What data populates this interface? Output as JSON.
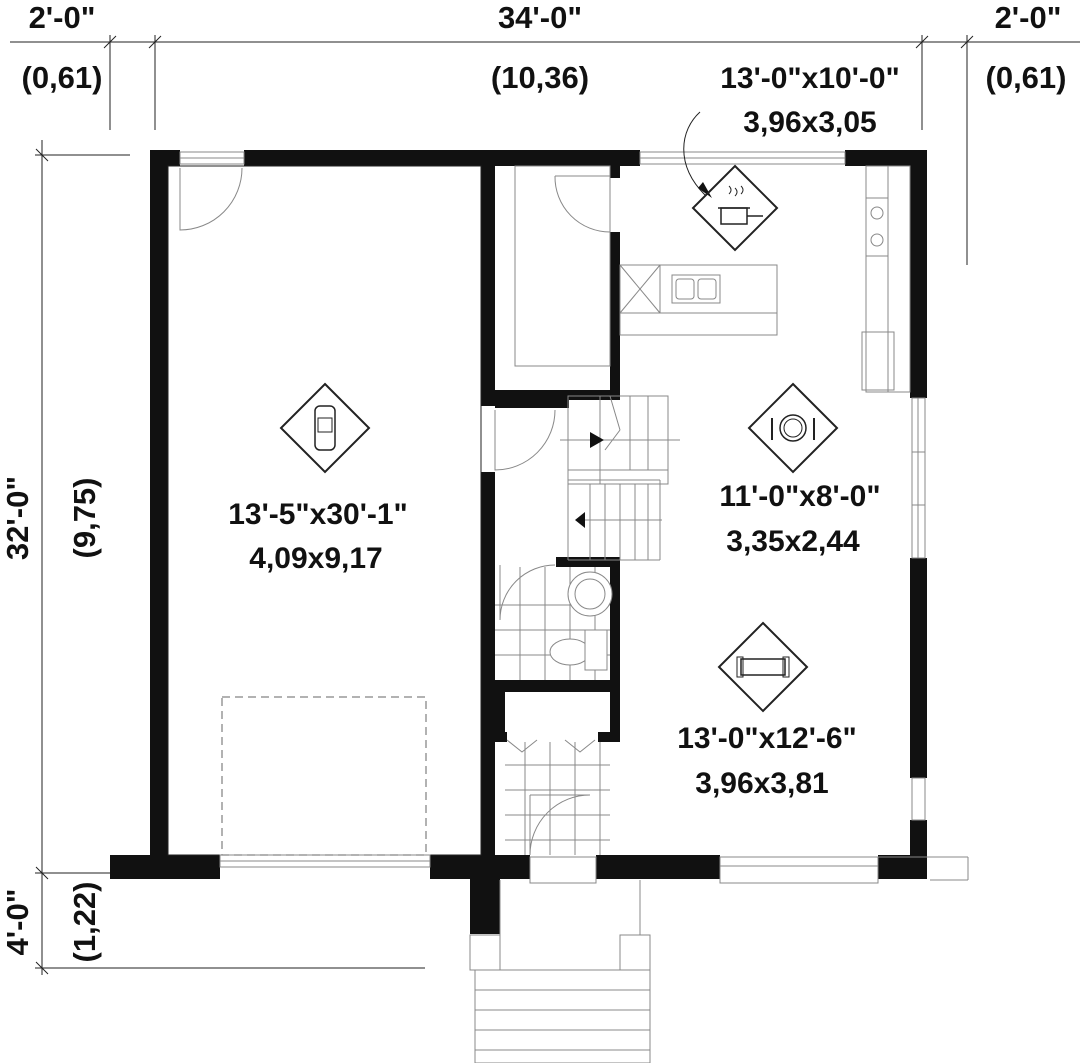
{
  "dimensions": {
    "top_left_ft": "2'-0\"",
    "top_left_m": "(0,61)",
    "top_center_ft": "34'-0\"",
    "top_center_m": "(10,36)",
    "top_right_ft": "2'-0\"",
    "top_right_m": "(0,61)",
    "left_depth_ft": "32'-0\"",
    "left_depth_m": "(9,75)",
    "left_porch_ft": "4'-0\"",
    "left_porch_m": "(1,22)"
  },
  "rooms": {
    "kitchen": {
      "size_ft": "13'-0\"x10'-0\"",
      "size_m": "3,96x3,05",
      "icon": "cooking-pot-icon"
    },
    "garage": {
      "size_ft": "13'-5\"x30'-1\"",
      "size_m": "4,09x9,17",
      "icon": "car-icon"
    },
    "dining": {
      "size_ft": "11'-0\"x8'-0\"",
      "size_m": "3,35x2,44",
      "icon": "plate-cutlery-icon"
    },
    "living": {
      "size_ft": "13'-0\"x12'-6\"",
      "size_m": "3,96x3,81",
      "icon": "sofa-icon"
    }
  },
  "colors": {
    "wall": "#111111",
    "line": "#222222",
    "background": "#ffffff"
  }
}
